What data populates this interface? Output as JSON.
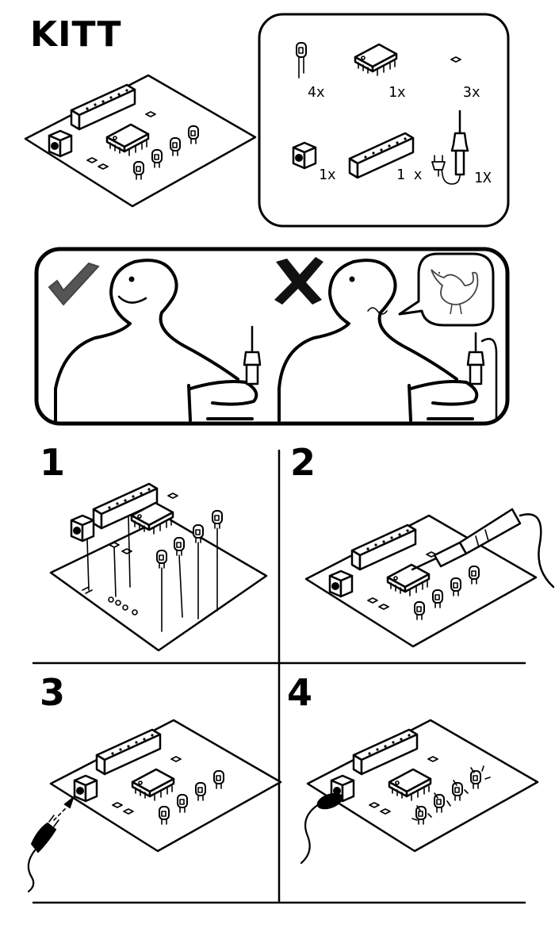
{
  "title": "KITT",
  "parts": {
    "led_qty": "4x",
    "chip_qty": "1x",
    "smd_qty": "3x",
    "jack_qty": "1x",
    "header_qty": "1 x",
    "iron_qty": "1X"
  },
  "steps": [
    {
      "number": "1"
    },
    {
      "number": "2"
    },
    {
      "number": "3"
    },
    {
      "number": "4"
    }
  ],
  "icons": [
    "check-mark-icon",
    "x-mark-icon",
    "chicken-icon",
    "soldering-iron-icon",
    "plug-icon"
  ]
}
